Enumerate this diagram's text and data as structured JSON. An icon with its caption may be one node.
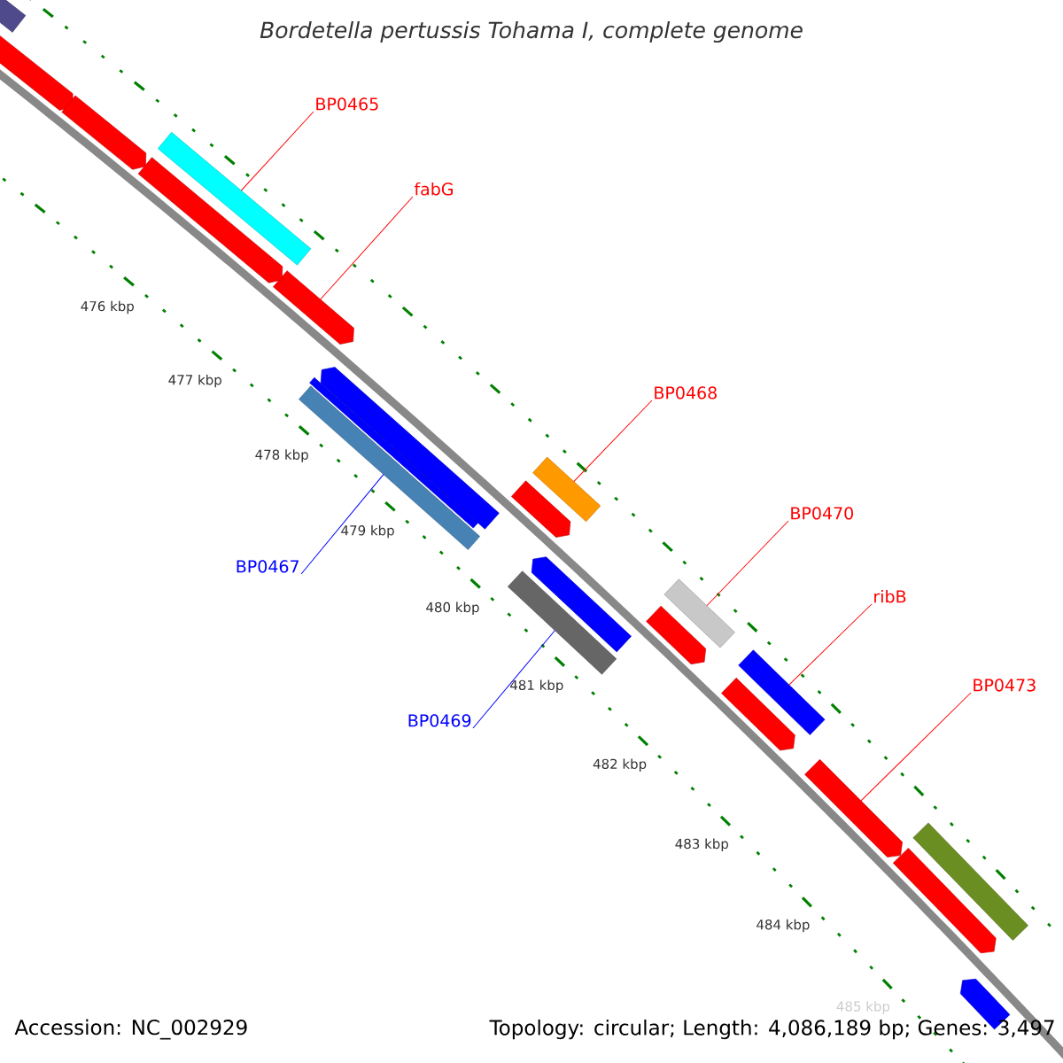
{
  "diagram": {
    "title": "Bordetella pertussis Tohama I, complete genome",
    "nodes": [
      {
        "text": [
          "BP0465"
        ]
      },
      {
        "text": [],
        "shape": "bar"
      },
      {
        "text": [
          "fabG"
        ]
      },
      {
        "text": [],
        "shape": "bar"
      },
      {
        "text": [
          "BP0467"
        ]
      },
      {
        "text": [],
        "shape": "bar"
      },
      {
        "text": [
          "BP0468"
        ]
      },
      {
        "text": [],
        "shape": "bar"
      },
      {
        "text": [
          "BP0469"
        ]
      },
      {
        "text": [],
        "shape": "bar"
      },
      {
        "text": [
          "BP0470"
        ]
      },
      {
        "text": [],
        "shape": "bar"
      },
      {
        "text": [
          "ribB"
        ]
      },
      {
        "text": [],
        "shape": "bar"
      },
      {
        "text": [
          "BP0473"
        ]
      },
      {
        "text": [],
        "shape": "bar"
      },
      {
        "text": [],
        "shape": "bar"
      },
      {
        "text": [],
        "shape": "bar"
      },
      {
        "text": [],
        "shape": "bar"
      },
      {
        "text": [],
        "shape": "bar"
      },
      {
        "text": [],
        "shape": "bar"
      },
      {
        "text": [],
        "shape": "bar"
      },
      {
        "text": [],
        "shape": "bar"
      },
      {
        "text": [],
        "shape": "bar"
      },
      {
        "text": [],
        "shape": "bar"
      },
      {
        "text": [],
        "shape": "bar"
      },
      {
        "text": [],
        "shape": "bar"
      },
      {
        "text": [],
        "shape": "bar"
      },
      {
        "text": [],
        "shape": "bar"
      }
    ],
    "edges": [
      {
        "from": 0,
        "to": 1,
        "arrow": "none"
      },
      {
        "from": 2,
        "to": 3,
        "arrow": "none"
      },
      {
        "from": 4,
        "to": 5,
        "arrow": "none",
        "color": "#0000ff"
      },
      {
        "from": 6,
        "to": 7,
        "arrow": "none"
      },
      {
        "from": 8,
        "to": 9,
        "arrow": "none",
        "color": "#0000ff"
      },
      {
        "from": 10,
        "to": 11,
        "arrow": "none"
      },
      {
        "from": 12,
        "to": 13,
        "arrow": "none"
      },
      {
        "from": 14,
        "to": 15,
        "arrow": "none"
      }
    ],
    "labels": [
      "476 kbp",
      "477 kbp",
      "478 kbp",
      "479 kbp",
      "480 kbp",
      "481 kbp",
      "482 kbp",
      "483 kbp",
      "484 kbp",
      "485 kbp",
      "Accession: NC_002929",
      "Topology: circular; Length: 4,086,189 bp; Genes: 3,497"
    ]
  }
}
